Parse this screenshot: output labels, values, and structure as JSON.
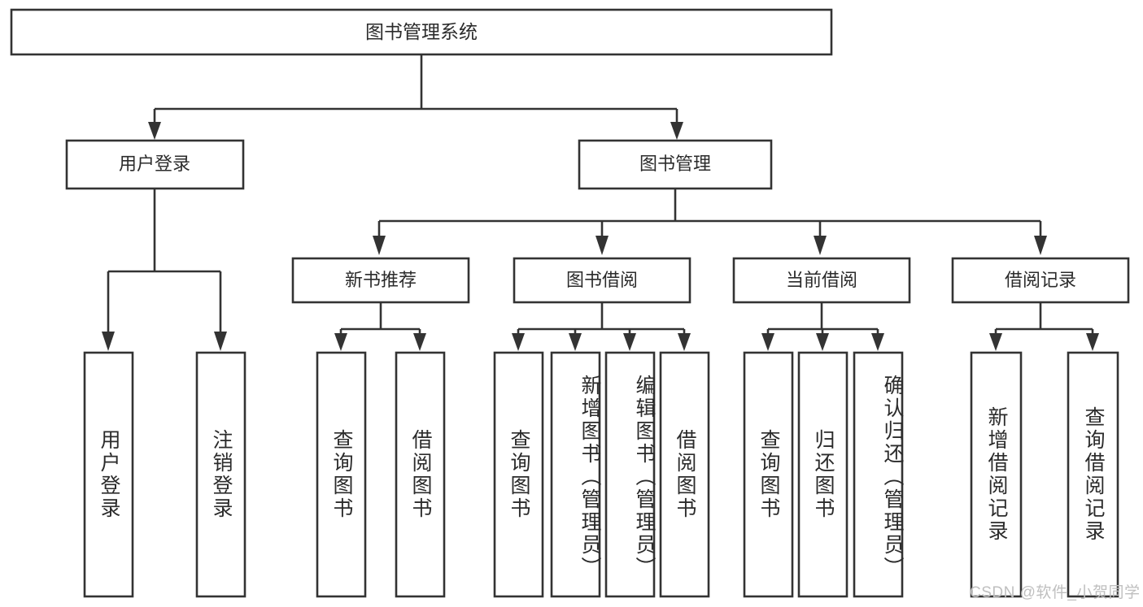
{
  "diagram": {
    "title": "图书管理系统",
    "watermark": "CSDN @软件_小贺同学",
    "stroke_color": "#333333",
    "fill_color": "#ffffff",
    "text_color": "#2b2b2b",
    "nodes": {
      "root": "图书管理系统",
      "level2": {
        "user_login": "用户登录",
        "book_manage": "图书管理"
      },
      "level3": {
        "new_book_recommend": "新书推荐",
        "book_borrow": "图书借阅",
        "current_borrow": "当前借阅",
        "borrow_record": "借阅记录"
      },
      "leaves": {
        "user_login_1": "用户登录",
        "user_login_2": "注销登录",
        "recommend_1": "查询图书",
        "recommend_2": "借阅图书",
        "borrow_1": "查询图书",
        "borrow_2": "新增图书（管理员）",
        "borrow_3": "编辑图书（管理员）",
        "borrow_4": "借阅图书",
        "current_1": "查询图书",
        "current_2": "归还图书",
        "current_3": "确认归还（管理员）",
        "record_1": "新增借阅记录",
        "record_2": "查询借阅记录"
      }
    }
  }
}
